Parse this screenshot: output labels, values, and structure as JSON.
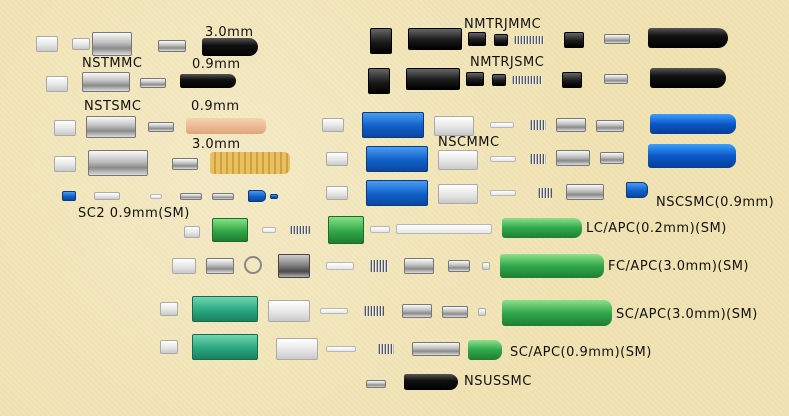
{
  "labels": {
    "nstmmc": "NSTMMC",
    "nstsmc": "NSTSMC",
    "st_boot_30": "3.0mm",
    "st_boot_09": "0.9mm",
    "st_boot_09b": "0.9mm",
    "st_boot_30b": "3.0mm",
    "nmtrjmmc": "NMTRJMMC",
    "nmtrjsmc": "NMTRJSMC",
    "nscmmc": "NSCMMC",
    "nscsmc": "NSCSMC(0.9mm)",
    "sc2": "SC2 0.9mm(SM)",
    "lc_apc": "LC/APC(0.2mm)(SM)",
    "fc_apc": "FC/APC(3.0mm)(SM)",
    "sc_apc_30": "SC/APC(3.0mm)(SM)",
    "sc_apc_09": "SC/APC(0.9mm)(SM)",
    "nsussmc": "NSUSSMC"
  }
}
